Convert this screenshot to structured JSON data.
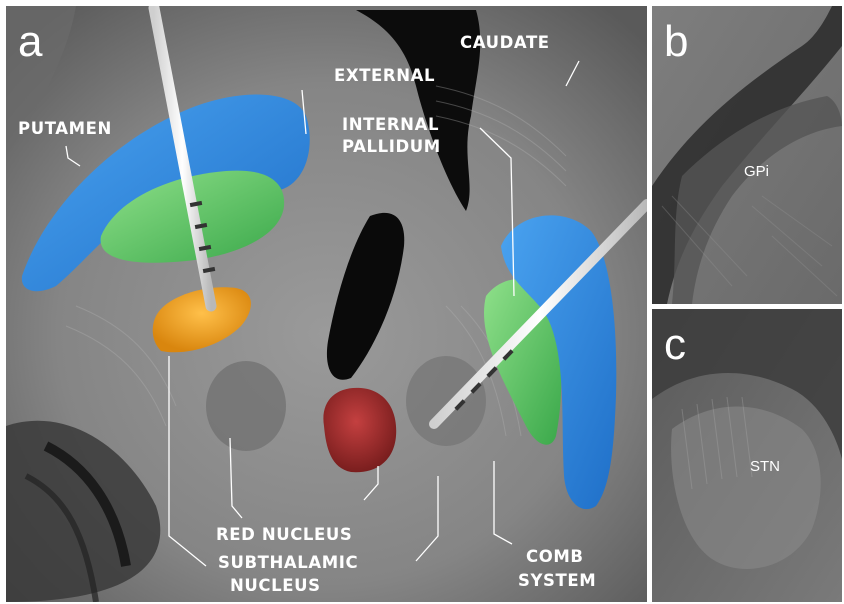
{
  "panels": {
    "a": {
      "letter": "a",
      "labels": {
        "caudate": "CAUDATE",
        "external": "EXTERNAL",
        "putamen": "PUTAMEN",
        "internal_1": "INTERNAL",
        "internal_2": "PALLIDUM",
        "red_nucleus": "RED NUCLEUS",
        "subthalamic_1": "SUBTHALAMIC",
        "subthalamic_2": "NUCLEUS",
        "comb_1": "COMB",
        "comb_2": "SYSTEM"
      }
    },
    "b": {
      "letter": "b",
      "label": "GPi"
    },
    "c": {
      "letter": "c",
      "label": "STN"
    }
  },
  "colors": {
    "putamen_external": "#3a8fe0",
    "internal_pallidum": "#6fd06a",
    "subthalamic_nucleus": "#f0a020",
    "red_nucleus": "#a8302e",
    "background_tissue": "#8a8a8a"
  }
}
